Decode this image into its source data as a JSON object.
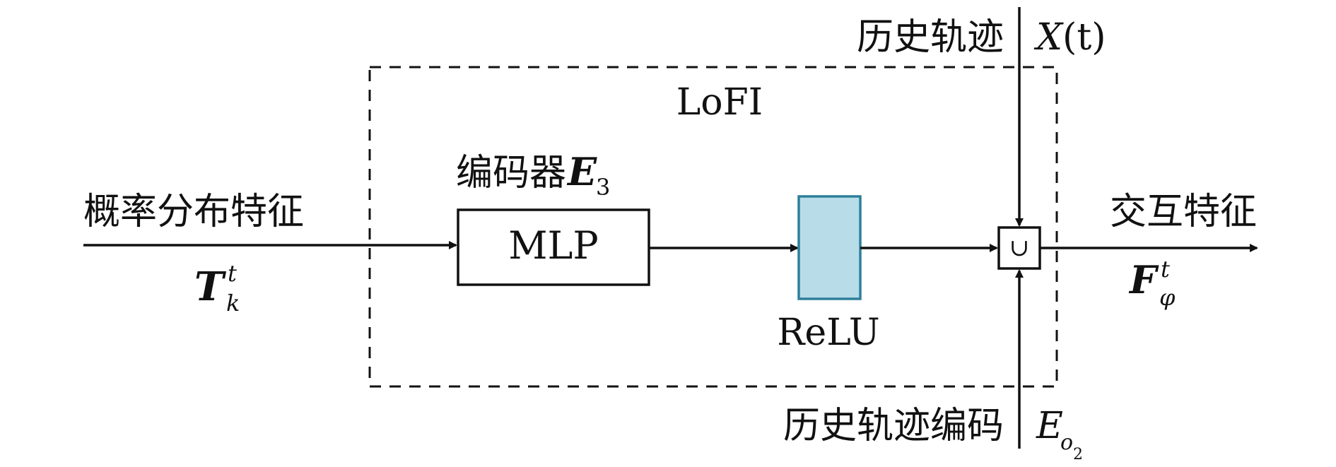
{
  "module": {
    "name": "LoFI"
  },
  "input": {
    "title": "概率分布特征",
    "symbol": "T",
    "sup": "t",
    "sub": "k"
  },
  "encoder": {
    "title": "编码器",
    "symbol": "E",
    "sub": "3",
    "block": "MLP"
  },
  "activation": {
    "label": "ReLU",
    "fill": "#b8dde8",
    "stroke": "#2e7f9a"
  },
  "merge": {
    "symbol": "∪"
  },
  "history_top": {
    "title": "历史轨迹",
    "symbol": "X",
    "arg": "(t)"
  },
  "history_bottom": {
    "title": "历史轨迹编码",
    "symbol": "E",
    "sub": "o",
    "subsub": "2"
  },
  "output": {
    "title": "交互特征",
    "symbol": "F",
    "sup": "t",
    "sub": "φ"
  }
}
